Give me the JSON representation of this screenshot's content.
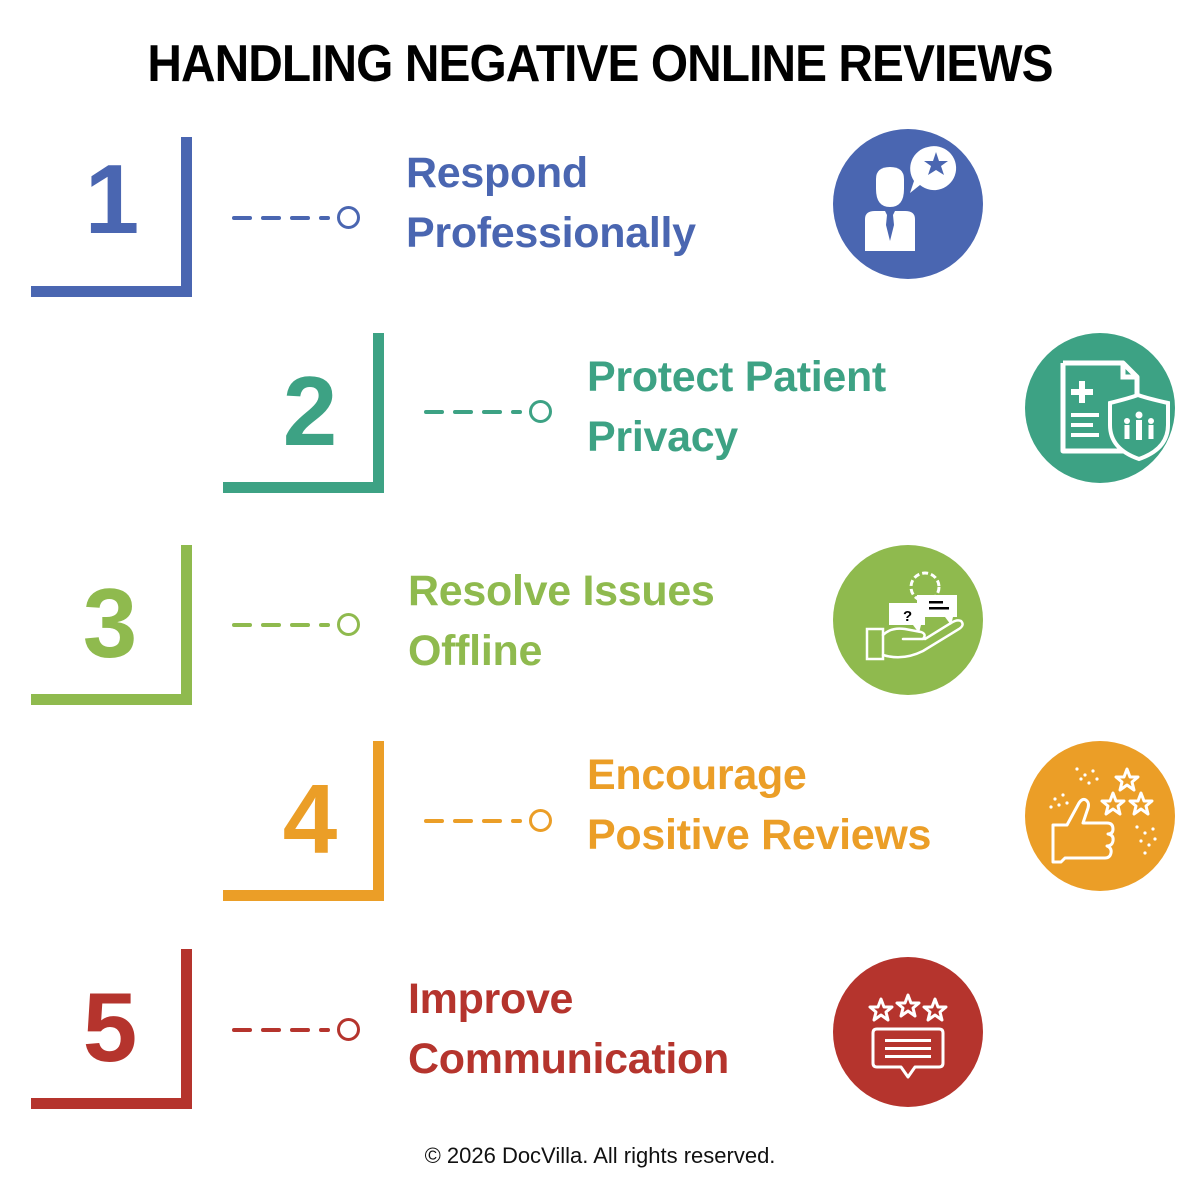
{
  "title": "HANDLING NEGATIVE ONLINE REVIEWS",
  "steps": [
    {
      "number": "1",
      "line1": "Respond",
      "line2": "Professionally",
      "color": "#4a66b1",
      "icon": "professional-user-star-icon"
    },
    {
      "number": "2",
      "line1": "Protect Patient",
      "line2": "Privacy",
      "color": "#3da284",
      "icon": "medical-record-shield-icon"
    },
    {
      "number": "3",
      "line1": "Resolve Issues",
      "line2": "Offline",
      "color": "#8fba4e",
      "icon": "hand-chat-gear-icon"
    },
    {
      "number": "4",
      "line1": "Encourage",
      "line2": "Positive Reviews",
      "color": "#eb9e27",
      "icon": "thumbs-up-stars-icon"
    },
    {
      "number": "5",
      "line1": "Improve",
      "line2": "Communication",
      "color": "#b5342d",
      "icon": "star-rating-message-icon"
    }
  ],
  "footer": "© 2026 DocVilla. All rights reserved."
}
